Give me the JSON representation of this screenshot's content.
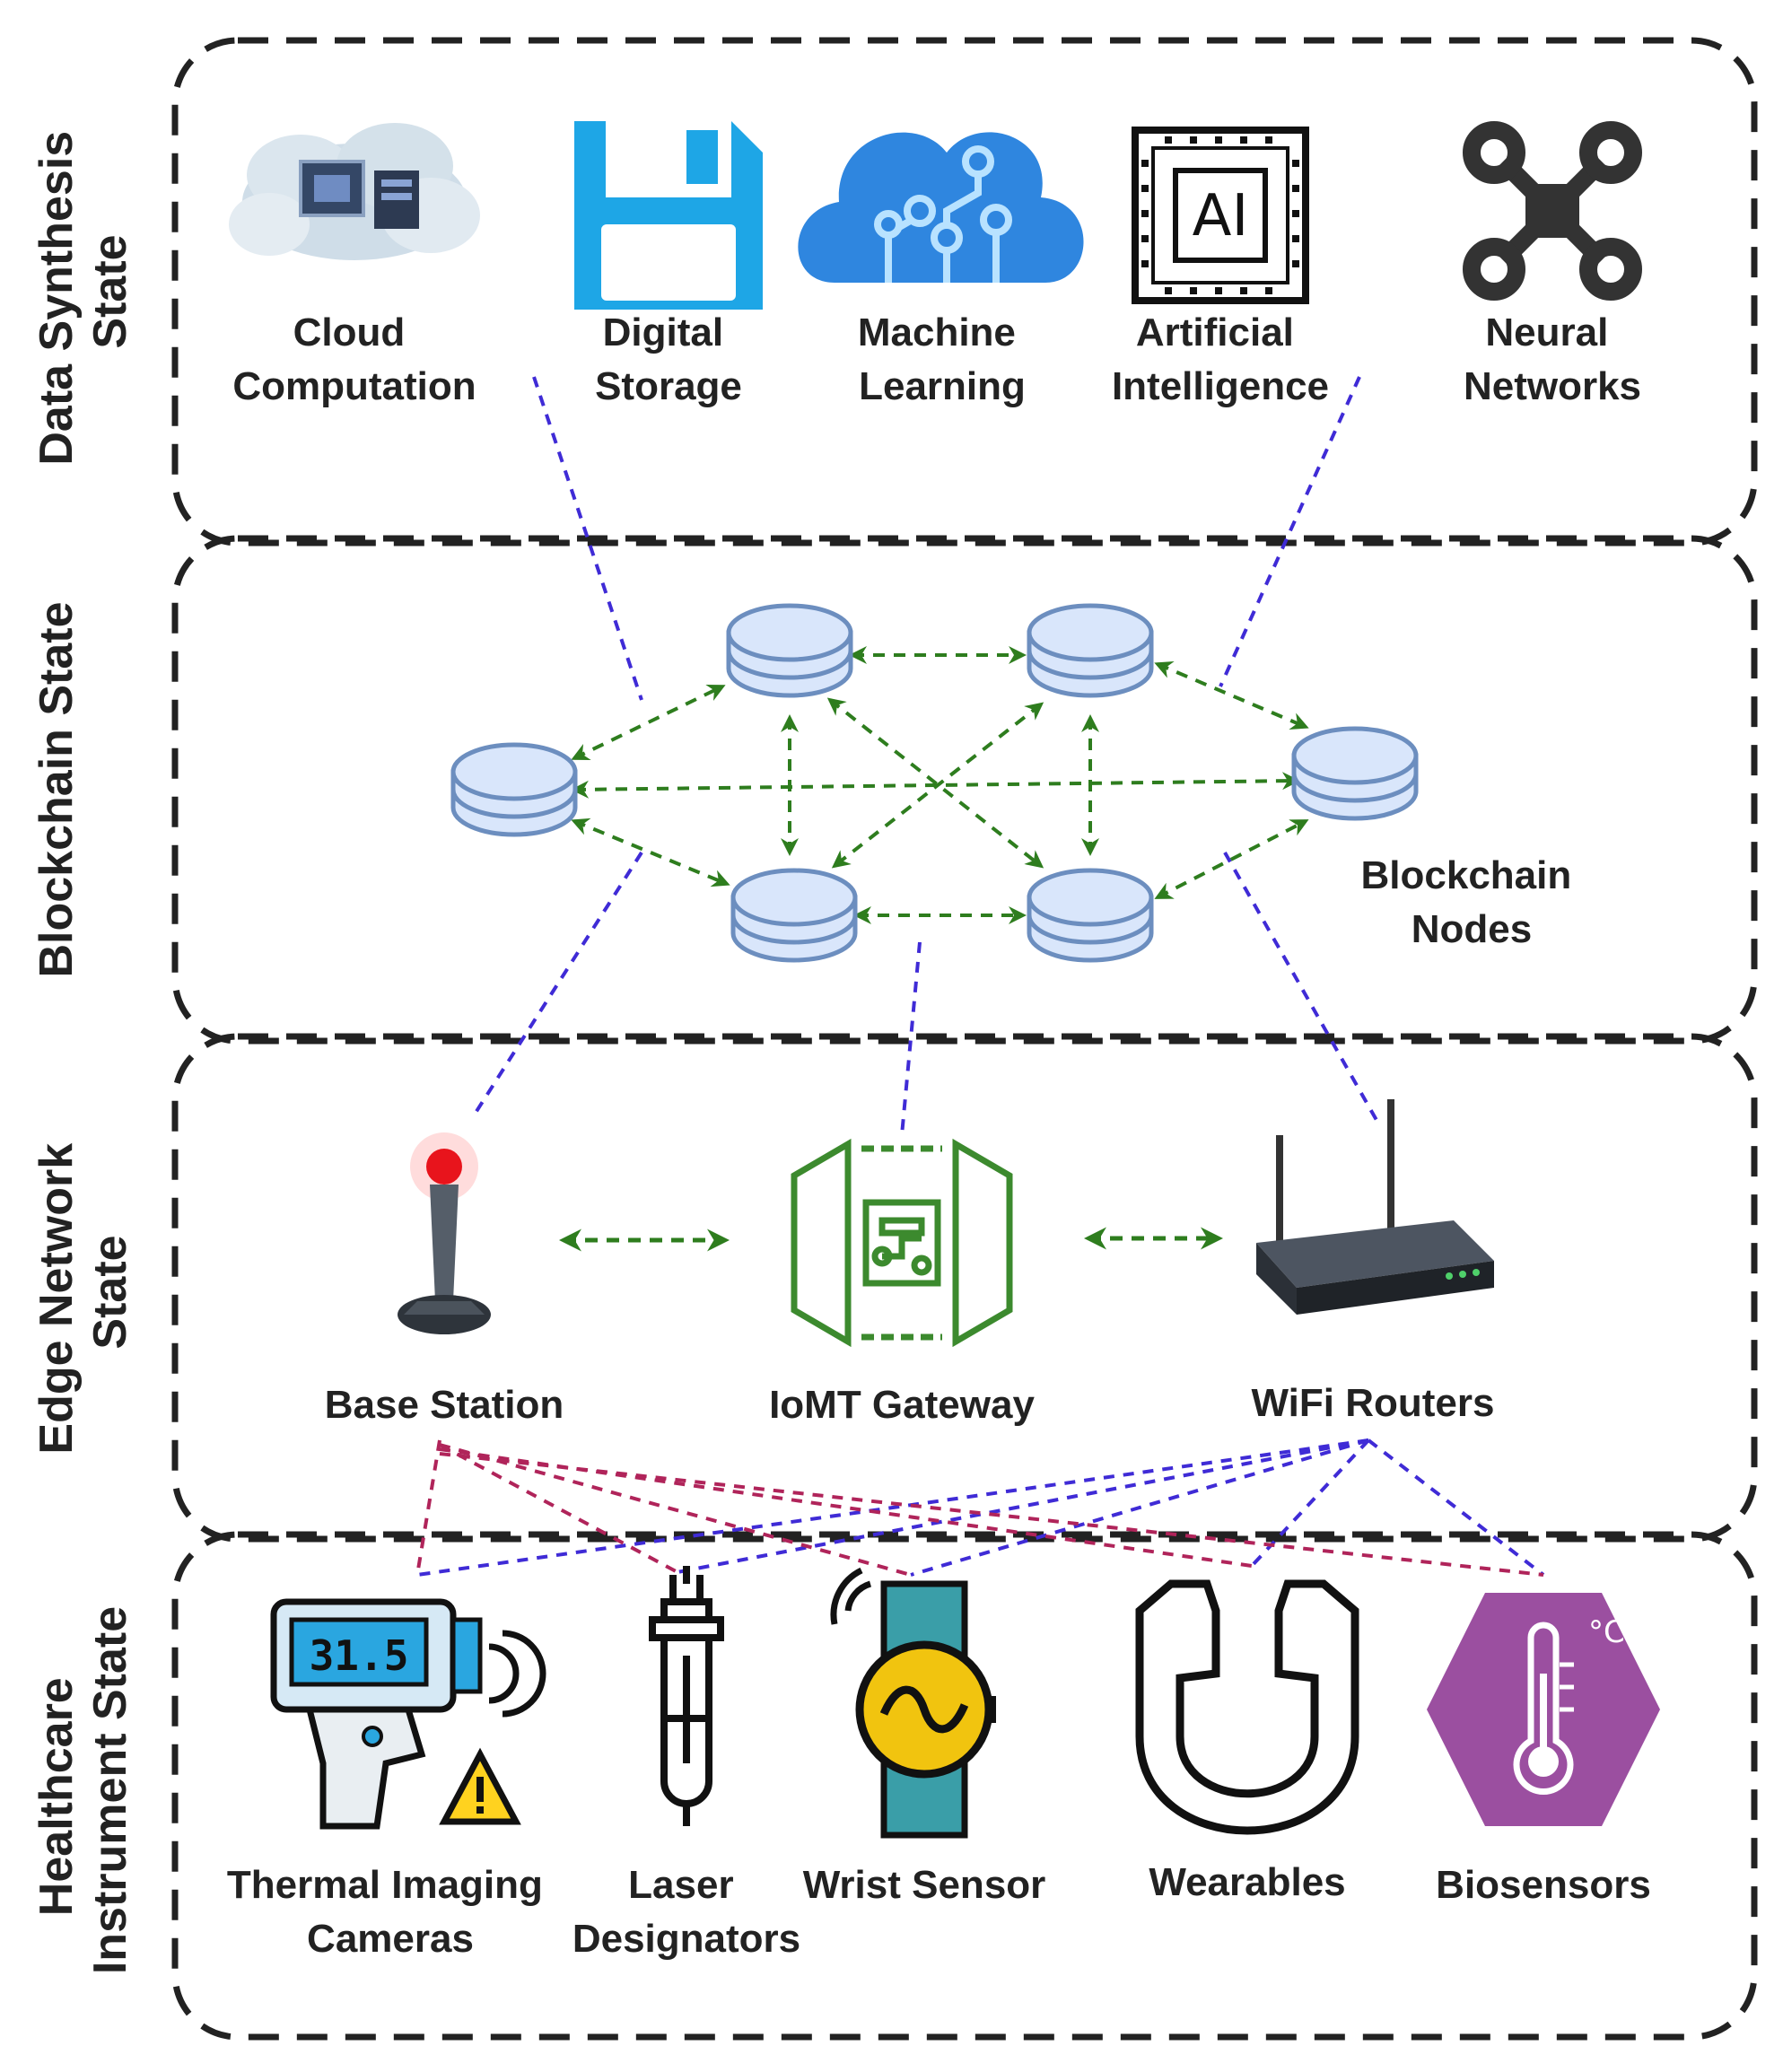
{
  "states": {
    "data_synthesis": [
      "Data Synthesis",
      "State"
    ],
    "blockchain": [
      "Blockchain State"
    ],
    "edge_network": [
      "Edge Network",
      "State"
    ],
    "healthcare": [
      "Healthcare",
      "Instrument State"
    ]
  },
  "data_synthesis_items": [
    {
      "icon": "cloud-computation-icon",
      "lines": [
        "Cloud",
        "Computation"
      ]
    },
    {
      "icon": "floppy-disk-icon",
      "lines": [
        "Digital",
        "Storage"
      ]
    },
    {
      "icon": "machine-learning-cloud-icon",
      "lines": [
        "Machine",
        "Learning"
      ]
    },
    {
      "icon": "ai-chip-icon",
      "lines": [
        "Artificial",
        "Intelligence"
      ],
      "chip_text": "AI"
    },
    {
      "icon": "neural-network-icon",
      "lines": [
        "Neural",
        "Networks"
      ]
    }
  ],
  "blockchain_label": [
    "Blockchain",
    "Nodes"
  ],
  "edge_items": [
    {
      "icon": "base-station-icon",
      "label": "Base Station"
    },
    {
      "icon": "iomt-gateway-icon",
      "label": "IoMT Gateway"
    },
    {
      "icon": "wifi-router-icon",
      "label": "WiFi Routers"
    }
  ],
  "healthcare_items": [
    {
      "icon": "thermal-camera-icon",
      "lines": [
        "Thermal Imaging",
        "Cameras"
      ],
      "display": "31.5"
    },
    {
      "icon": "laser-designator-icon",
      "lines": [
        "Laser",
        "Designators"
      ]
    },
    {
      "icon": "wrist-sensor-icon",
      "lines": [
        "Wrist Sensor"
      ]
    },
    {
      "icon": "wearables-icon",
      "lines": [
        "Wearables"
      ]
    },
    {
      "icon": "biosensor-icon",
      "lines": [
        "Biosensors"
      ],
      "unit": "°C"
    }
  ],
  "colors": {
    "border": "#222222",
    "green_link": "#2e7d1e",
    "blue_link": "#3f2bd6",
    "red_link": "#b0245a",
    "node_fill": "#d9e6fb",
    "node_stroke": "#6c8ebf",
    "gateway": "#3c8a2e",
    "biosensor": "#9b4fa0"
  }
}
